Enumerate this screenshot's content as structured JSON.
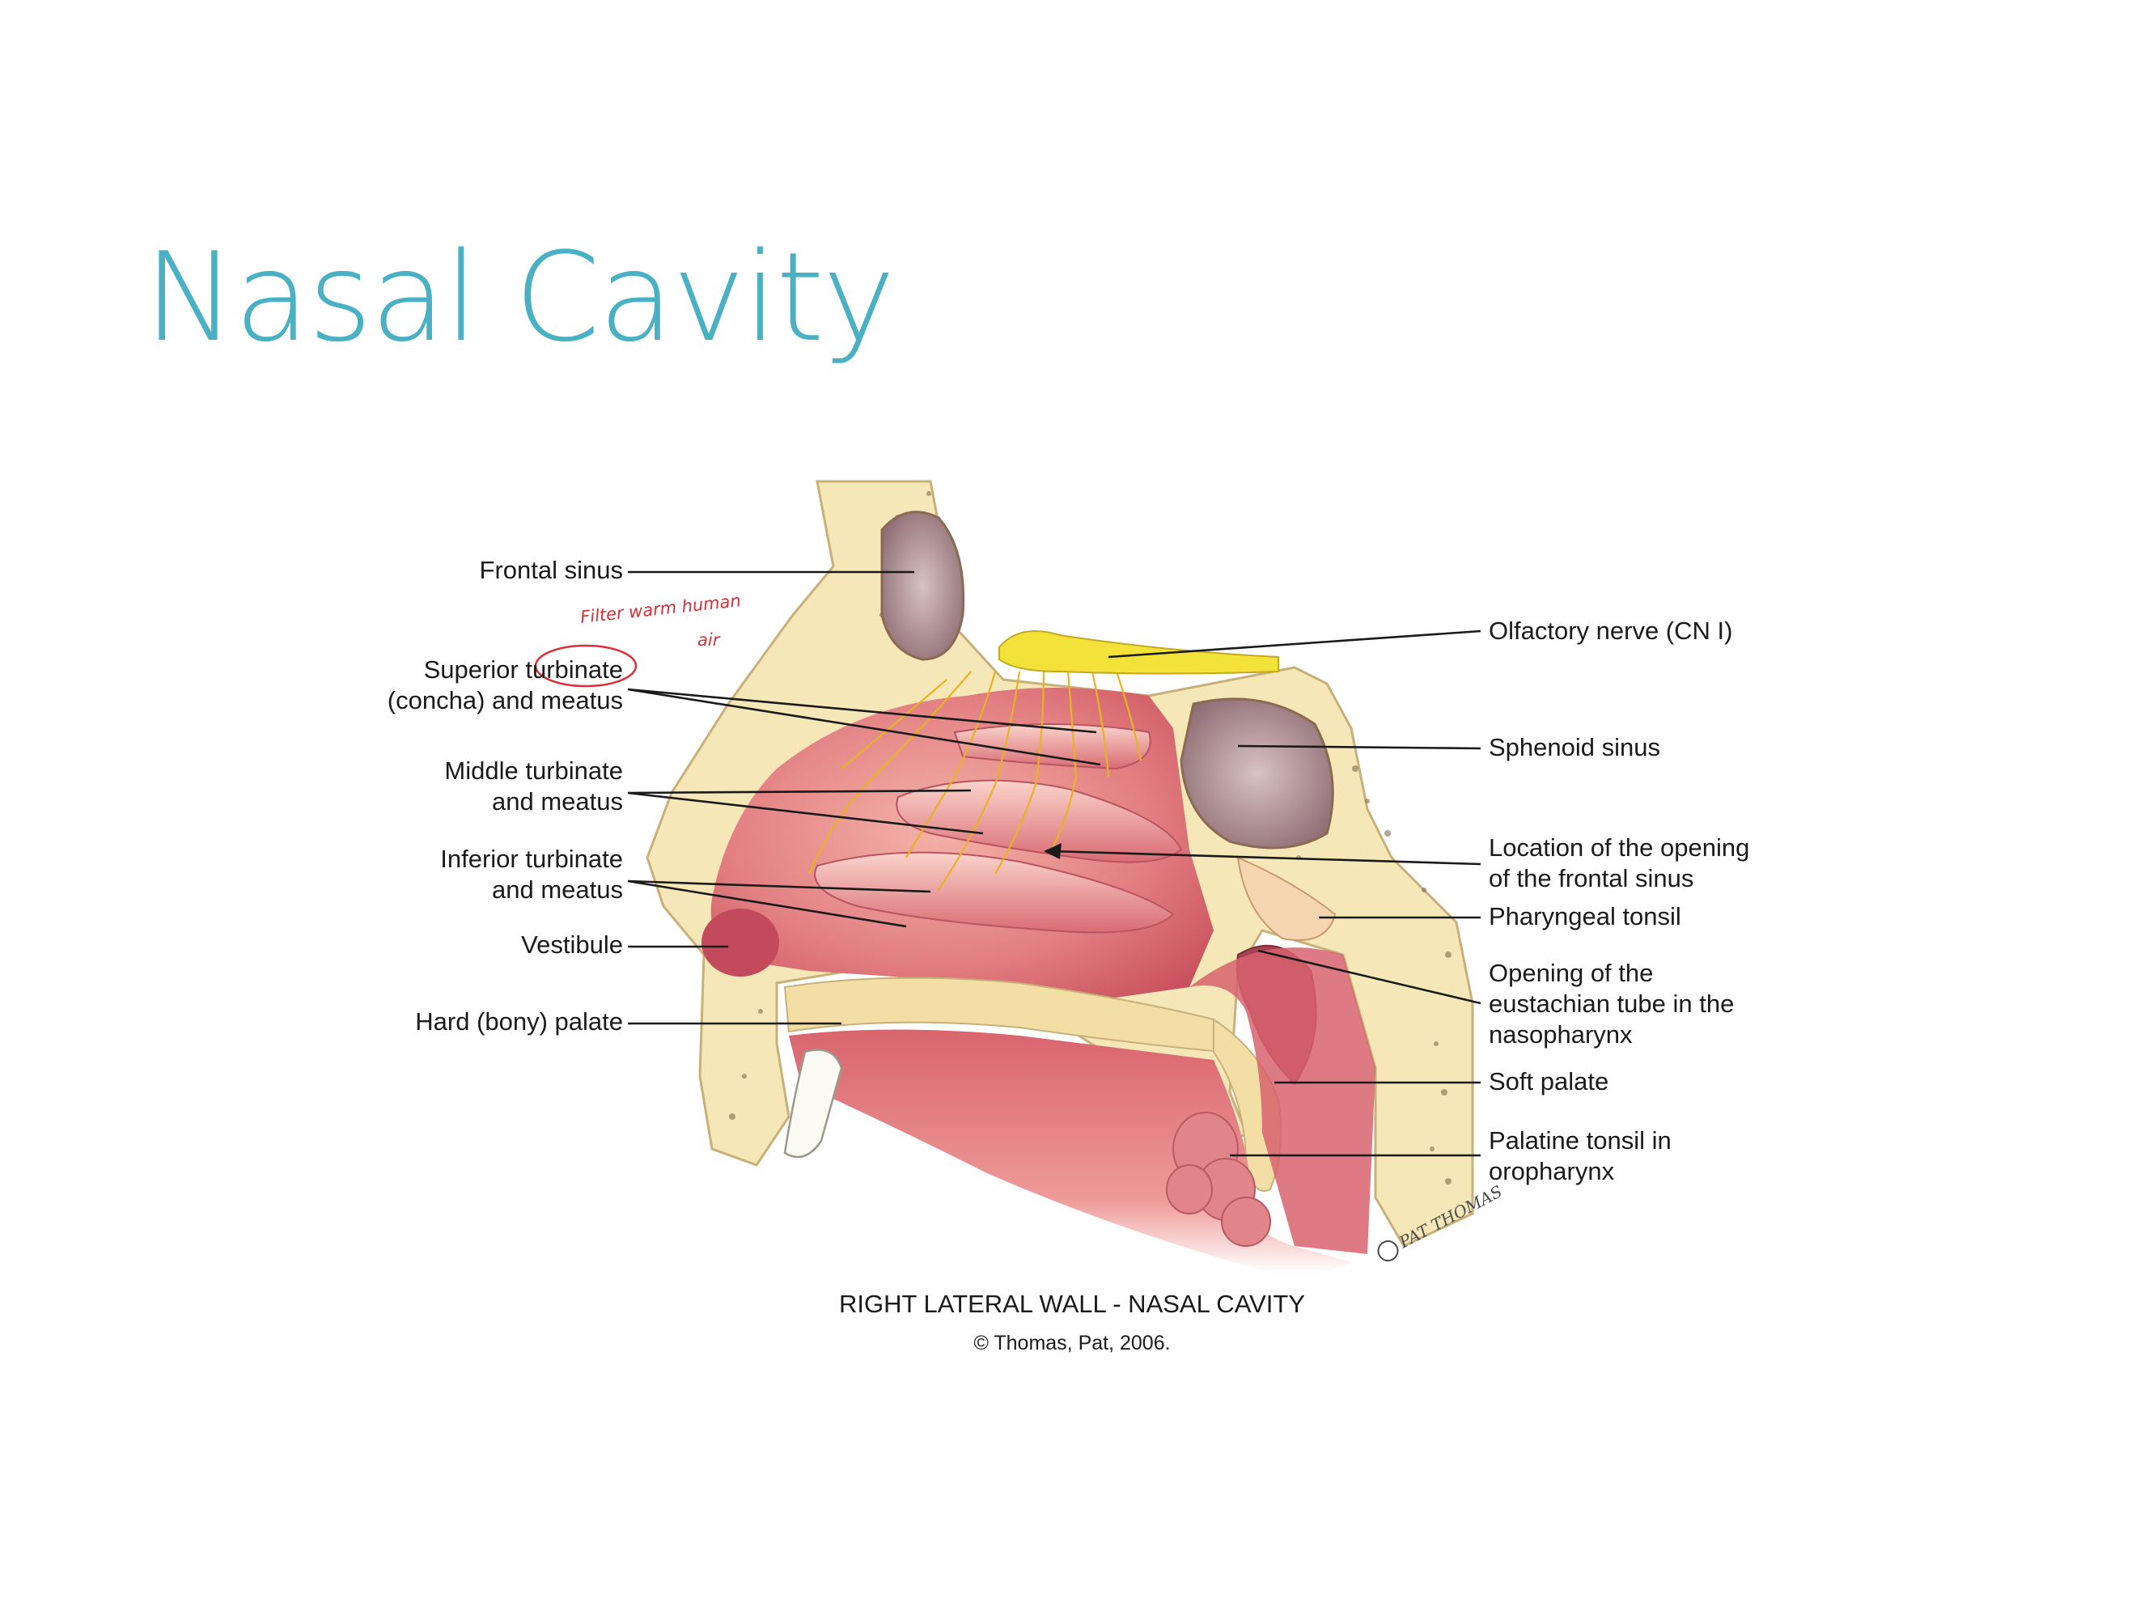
{
  "slide": {
    "title": "Nasal Cavity"
  },
  "colors": {
    "title": "#4ab0c3",
    "bone": "#f6e7b8",
    "mucosa": "#e98f8e",
    "nerve": "#f2e23a",
    "annotation": "#d6303a"
  },
  "figure": {
    "caption": "RIGHT LATERAL WALL - NASAL CAVITY",
    "credit": "© Thomas, Pat, 2006.",
    "artist_signature": "PAT THOMAS"
  },
  "annotation": {
    "line1": "Filter warm human",
    "line2": "air"
  },
  "labels_left": {
    "frontal_sinus": "Frontal sinus",
    "superior_turbinate_1": "Superior turbinate",
    "superior_turbinate_2": "(concha) and meatus",
    "middle_turbinate_1": "Middle turbinate",
    "middle_turbinate_2": "and meatus",
    "inferior_turbinate_1": "Inferior turbinate",
    "inferior_turbinate_2": "and meatus",
    "vestibule": "Vestibule",
    "hard_palate": "Hard (bony) palate"
  },
  "labels_right": {
    "olfactory_nerve": "Olfactory nerve (CN I)",
    "sphenoid_sinus": "Sphenoid sinus",
    "frontal_opening_1": "Location of the opening",
    "frontal_opening_2": "of the frontal sinus",
    "pharyngeal_tonsil": "Pharyngeal tonsil",
    "eustachian_1": "Opening of the",
    "eustachian_2": "eustachian tube in the",
    "eustachian_3": "nasopharynx",
    "soft_palate": "Soft palate",
    "palatine_tonsil_1": "Palatine tonsil in",
    "palatine_tonsil_2": "oropharynx"
  }
}
